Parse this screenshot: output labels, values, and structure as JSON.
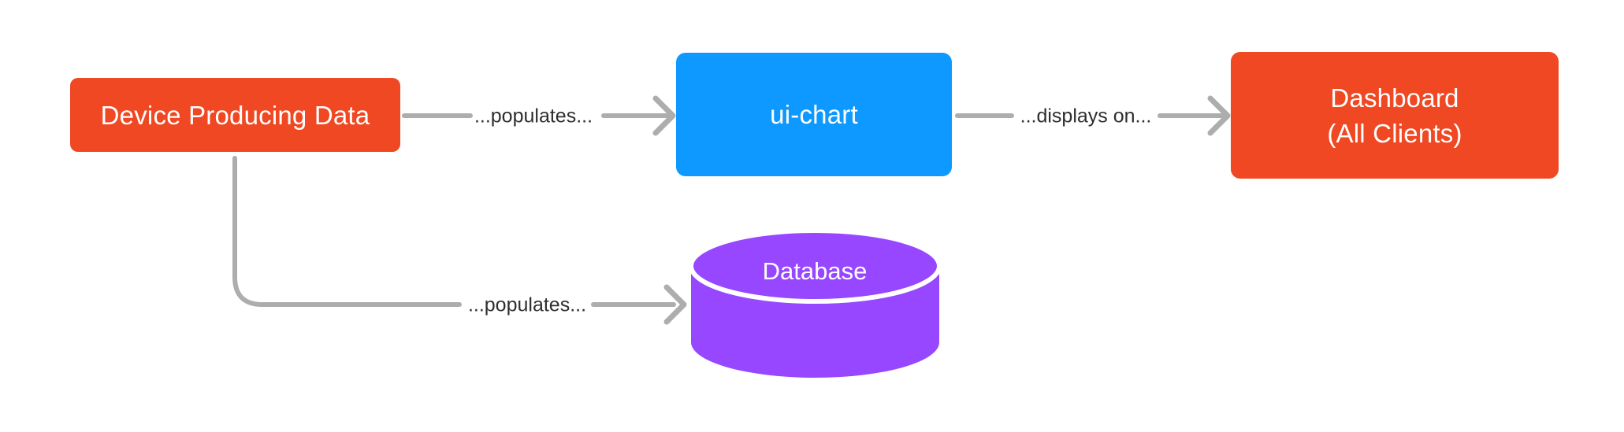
{
  "diagram": {
    "background_color": "#FFFFFF",
    "connector_color": "#ADADAD",
    "edge_label_color": "#2E2E2E",
    "nodes": {
      "device": {
        "label": "Device Producing Data",
        "shape": "rounded-rectangle",
        "color": "#EF4823",
        "text_color": "#FFFFFF"
      },
      "ui_chart": {
        "label": "ui-chart",
        "shape": "rounded-rectangle",
        "color": "#0D99FF",
        "text_color": "#FFFFFF"
      },
      "dashboard": {
        "label_lines": [
          "Dashboard",
          "(All Clients)"
        ],
        "shape": "rounded-rectangle",
        "color": "#EF4823",
        "text_color": "#FFFFFF"
      },
      "database": {
        "label": "Database",
        "shape": "cylinder",
        "color": "#9747FF",
        "divider_color": "#FFFFFF",
        "text_color": "#FFFFFF"
      }
    },
    "edges": [
      {
        "from": "device",
        "to": "ui_chart",
        "label": "...populates..."
      },
      {
        "from": "ui_chart",
        "to": "dashboard",
        "label": "...displays on..."
      },
      {
        "from": "device",
        "to": "database",
        "label": "...populates..."
      }
    ]
  }
}
